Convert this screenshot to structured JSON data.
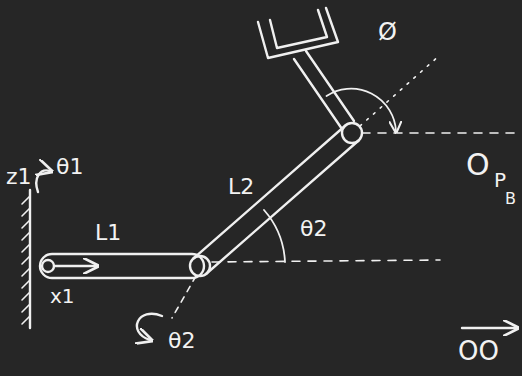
{
  "diagram": {
    "labels": [
      "z1",
      "θ1",
      "L1",
      "x1",
      "L2",
      "θ2",
      "θ2",
      "Ø",
      "O",
      "P",
      "B",
      "OO"
    ]
  }
}
